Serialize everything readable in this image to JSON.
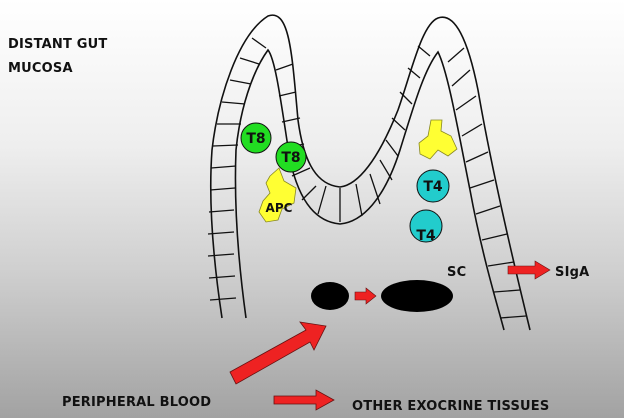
{
  "title": {
    "line1": "DISTANT GUT",
    "line2": "MUCOSA"
  },
  "cells": {
    "t8_a": "T8",
    "t8_b": "T8",
    "apc": "APC",
    "t4_a": "T4",
    "t4_b": "T4",
    "sc": "SC"
  },
  "labels": {
    "siga": "SIgA",
    "peripheral_blood": "PERIPHERAL BLOOD",
    "other_tissues": "OTHER EXOCRINE TISSUES"
  },
  "colors": {
    "t8_cell": "#22dd22",
    "t4_cell": "#22cccc",
    "apc_cell": "#ffff33",
    "arrow": "#ee2222",
    "plasma_cell": "#000000",
    "outline": "#111111"
  }
}
